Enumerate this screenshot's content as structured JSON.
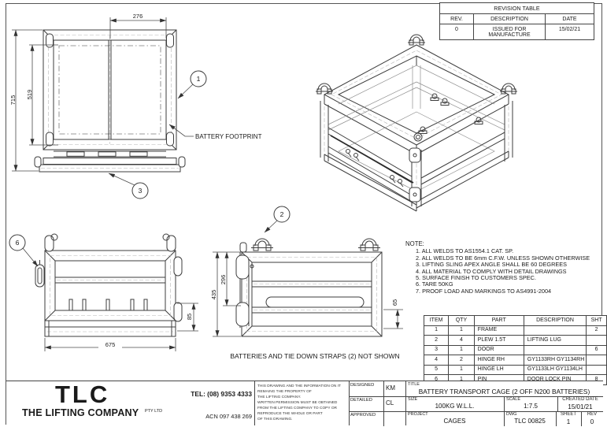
{
  "sheet": {
    "labels": {
      "battery_footprint": "BATTERY FOOTPRINT",
      "caption": "BATTERIES AND TIE DOWN STRAPS (2) NOT SHOWN"
    },
    "balloons": {
      "b1": "1",
      "b2": "2",
      "b3": "3",
      "b6": "6"
    },
    "dims": {
      "d276": "276",
      "d715": "715",
      "d519": "519",
      "d675": "675",
      "d85": "85",
      "d435": "435",
      "d296": "296",
      "d65": "65"
    }
  },
  "revision_table": {
    "title": "REVISION TABLE",
    "headers": [
      "REV.",
      "DESCRIPTION",
      "DATE"
    ],
    "rows": [
      [
        "0",
        "ISSUED FOR MANUFACTURE",
        "15/02/21"
      ]
    ]
  },
  "notes": {
    "heading": "NOTE:",
    "items": [
      "1. ALL WELDS TO AS1554.1 CAT. SP.",
      "2. ALL WELDS TO BE 6mm C.F.W. UNLESS SHOWN OTHERWISE",
      "3. LIFTING SLING APEX ANGLE SHALL BE 60 DEGREES",
      "4. ALL MATERIAL TO COMPLY WITH DETAIL DRAWINGS",
      "5. SURFACE FINISH TO CUSTOMERS SPEC.",
      "6. TARE 50KG",
      "7. PROOF LOAD AND MARKINGS TO AS4991-2004"
    ]
  },
  "parts_table": {
    "headers": [
      "ITEM",
      "QTY",
      "PART",
      "DESCRIPTION",
      "SHT"
    ],
    "rows": [
      [
        "1",
        "1",
        "FRAME",
        "",
        "2"
      ],
      [
        "2",
        "4",
        "PLEW 1.5T",
        "LIFTING LUG",
        ""
      ],
      [
        "3",
        "1",
        "DOOR",
        "",
        "6"
      ],
      [
        "4",
        "2",
        "HINGE RH",
        "GY1133RH GY1134RH",
        ""
      ],
      [
        "5",
        "1",
        "HINGE LH",
        "GY1133LH GY1134LH",
        ""
      ],
      [
        "6",
        "1",
        "PIN",
        "DOOR LOCK PIN",
        "8"
      ]
    ]
  },
  "title_block": {
    "logo": {
      "acronym": "TLC",
      "name": "THE LIFTING COMPANY",
      "suffix": "PTY LTD"
    },
    "contact": {
      "tel": "TEL: (08) 9353 4333",
      "acn": "ACN 097 438 269"
    },
    "disclaimer": [
      "THIS DRAWING AND THE INFORMATION ON IT",
      "REMAING THE PROPERTY OF",
      "THE LIFTING COMPANY.",
      "WRITTEN PERMISSION MUST BE OBTAINED",
      "FROM THE LIFTING COMPANY TO COPY OR",
      "REPRODUCE THE WHOLE OR PART",
      "OF THIS DRAWING."
    ],
    "fields": {
      "designed_label": "DESIGNED",
      "designed": "KM",
      "detailed_label": "DETAILED",
      "detailed": "CL",
      "approved_label": "APPROVED",
      "approved": "",
      "title_label": "TITLE",
      "title": "BATTERY TRANSPORT CAGE (2 OFF N200 BATTERIES)",
      "size_label": "SIZE",
      "size": "100KG W.L.L.",
      "scale_label": "SCALE",
      "scale": "1:7.5",
      "created_label": "CREATED DATE",
      "created": "15/01/21",
      "project_label": "PROJECT",
      "project": "CAGES",
      "dwg_label": "DWG",
      "dwg": "TLC 00825",
      "sheet_label": "SHEET",
      "sheet": "1",
      "rev_label": "REV",
      "rev": "0"
    }
  }
}
